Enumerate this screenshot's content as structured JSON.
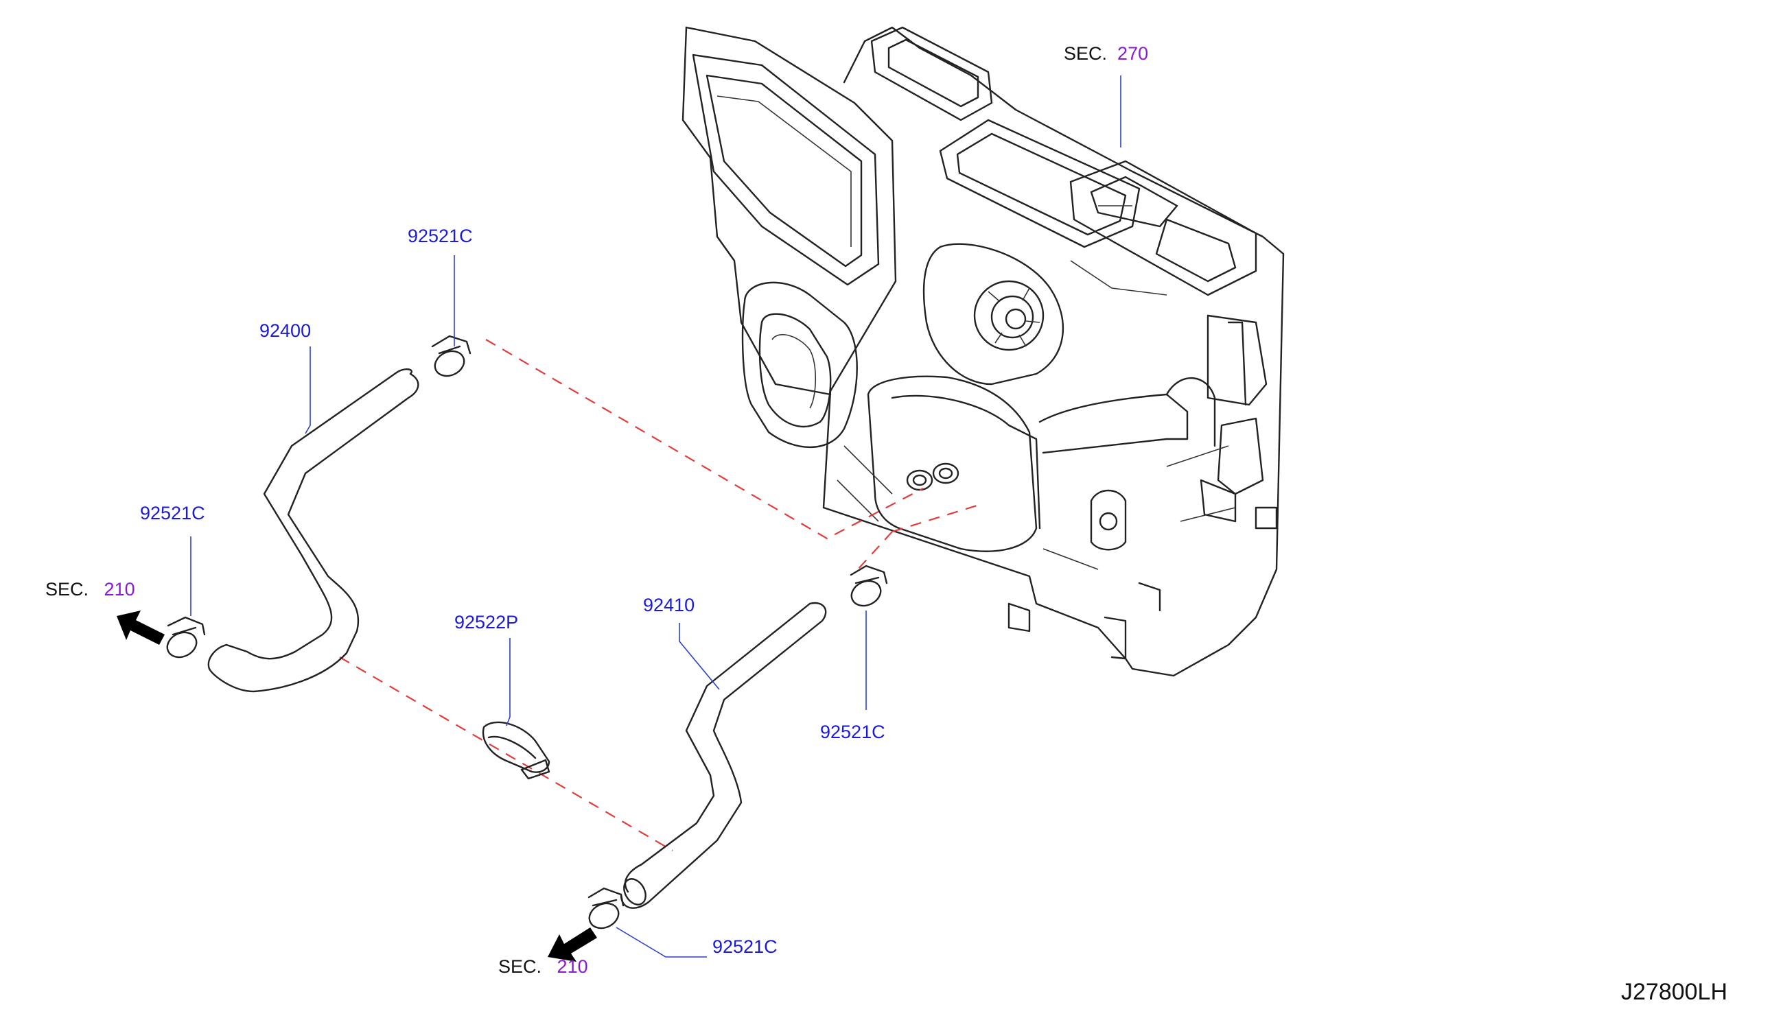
{
  "labels": {
    "hose_upper": "92400",
    "hose_lower": "92410",
    "clamp_top": "92521C",
    "clamp_left": "92521C",
    "clamp_right": "92521C",
    "clamp_bottom": "92521C",
    "clip": "92522P"
  },
  "sections": {
    "heater_unit": {
      "prefix": "SEC.",
      "number": "270"
    },
    "left_arrow": {
      "prefix": "SEC.",
      "number": "210"
    },
    "bottom_arrow": {
      "prefix": "SEC.",
      "number": "210"
    }
  },
  "diagram_code": "J27800LH",
  "colors": {
    "part_number": "#1a1adc",
    "section_number": "#8b1ad6",
    "leader_line": "#2c3fc9",
    "dashed_guide": "#e23c3c",
    "outline": "#222222"
  }
}
